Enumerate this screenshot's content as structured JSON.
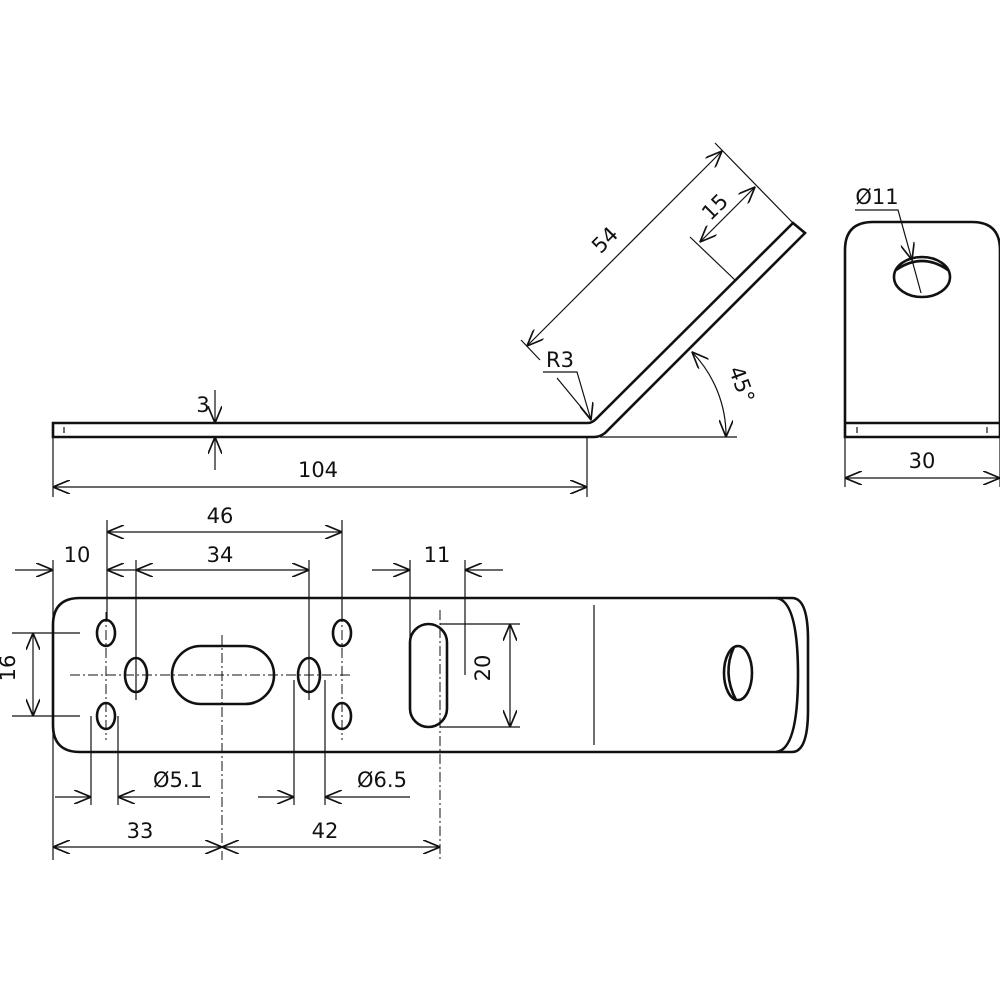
{
  "dimensions": {
    "thickness": "3",
    "overall_length": "104",
    "bent_leg_length": "54",
    "hole_offset_bent": "15",
    "bend_radius": "R3",
    "bend_angle": "45°",
    "hole_diameter_large": "Ø11",
    "width": "30",
    "hole_spacing_outer": "46",
    "edge_to_hole": "10",
    "hole_spacing_inner": "34",
    "slot_width": "11",
    "hole_pattern_height": "16",
    "slot_length": "20",
    "small_hole_diameter": "Ø5.1",
    "medium_hole_diameter": "Ø6.5",
    "edge_to_slot_center": "33",
    "slot_to_slot": "42"
  }
}
